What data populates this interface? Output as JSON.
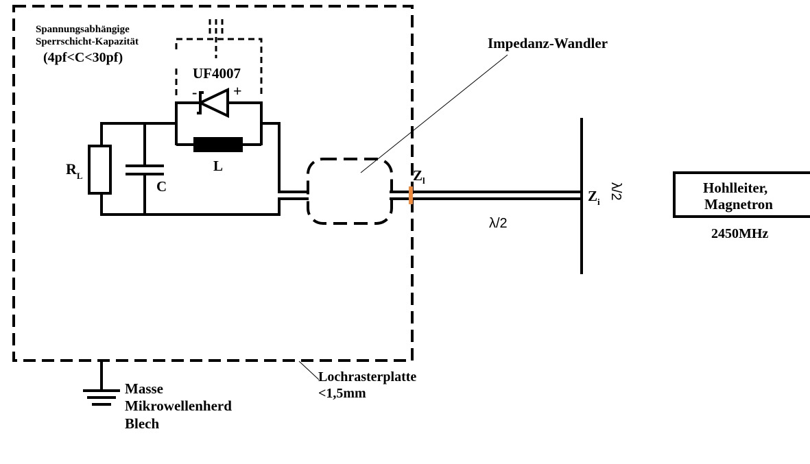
{
  "labels": {
    "varactor_title_1": "Spannungsabhängige",
    "varactor_title_2": "Sperrschicht-Kapazität",
    "varactor_range": "(4pf<C<30pf)",
    "diode_name": "UF4007",
    "diode_minus": "-",
    "diode_plus": "+",
    "resistor_main": "R",
    "resistor_sub": "L",
    "capacitor": "C",
    "inductor": "L",
    "impedance_converter": "Impedanz-Wandler",
    "z1_main": "Z",
    "z1_sub": "l",
    "zi_main": "Z",
    "zi_sub": "i",
    "half_wave_horizontal": "λ/2",
    "half_wave_vertical": "λ/2",
    "waveguide_1": "Hohlleiter,",
    "waveguide_2": "Magnetron",
    "frequency": "2450MHz",
    "board_1": "Lochrasterplatte",
    "board_2": "<1,5mm",
    "ground_1": "Masse",
    "ground_2": "Mikrowellenherd",
    "ground_3": "Blech"
  },
  "colors": {
    "line": "#000000",
    "background": "#ffffff",
    "port_marker": "#f08a3c"
  }
}
